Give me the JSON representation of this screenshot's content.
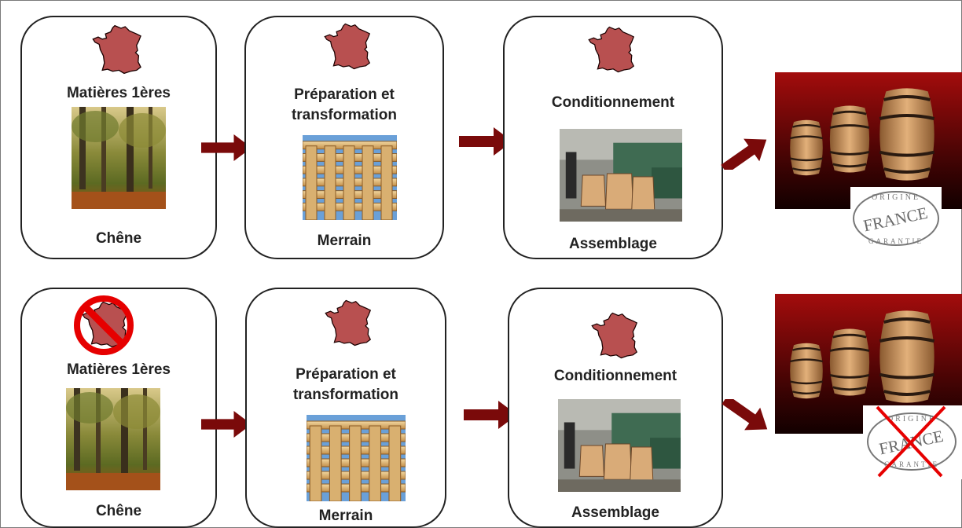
{
  "colors": {
    "accent": "#7a0a0a",
    "map_fill": "#b85050",
    "forbid_red": "#e60000"
  },
  "icons": {
    "france": "france-map-icon",
    "forbidden": "no-entry-icon"
  },
  "rows": [
    {
      "status": "allowed",
      "stages": [
        {
          "title": "Matières 1ères",
          "image": "oak-forest-photo",
          "caption": "Chêne"
        },
        {
          "title": "Préparation et transformation",
          "title_line1": "Préparation et",
          "title_line2": "transformation",
          "image": "stave-stack-photo",
          "caption": "Merrain"
        },
        {
          "title": "Conditionnement",
          "image": "cooperage-workshop-photo",
          "caption": "Assemblage"
        }
      ],
      "stamp": {
        "top": "ORIGINE",
        "middle": "FRANCE",
        "bottom": "GARANTIE",
        "crossed": false
      }
    },
    {
      "status": "raw-material-not-french",
      "stages": [
        {
          "title": "Matières 1ères",
          "image": "oak-forest-photo",
          "caption": "Chêne"
        },
        {
          "title": "Préparation et transformation",
          "title_line1": "Préparation et",
          "title_line2": "transformation",
          "image": "stave-stack-photo",
          "caption": "Merrain"
        },
        {
          "title": "Conditionnement",
          "image": "cooperage-workshop-photo",
          "caption": "Assemblage"
        }
      ],
      "stamp": {
        "top": "ORIGINE",
        "middle": "FRANCE",
        "bottom": "GARANTIE",
        "crossed": true
      }
    }
  ]
}
